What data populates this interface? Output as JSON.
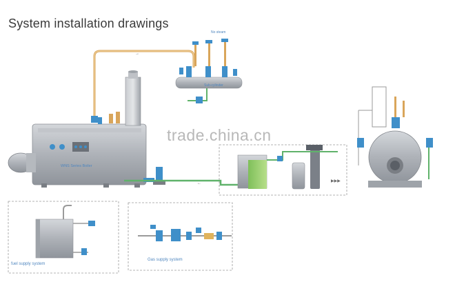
{
  "page": {
    "title": "System  installation drawings"
  },
  "watermark": "trade.china.cn",
  "labels": {
    "boiler_body": "WNS Series Boiler",
    "steam_header_top": "No steam",
    "steam_header_mid": "Sub-cylinder",
    "fuel_supply": "fuel supply system",
    "gas_supply": "Gas supply system"
  },
  "colors": {
    "pipe_steam": "#d9a55a",
    "pipe_water": "#5fb26a",
    "equipment": "#a9adb3",
    "valve": "#3f8fc9",
    "dashed_box": "#9a9a9a"
  }
}
